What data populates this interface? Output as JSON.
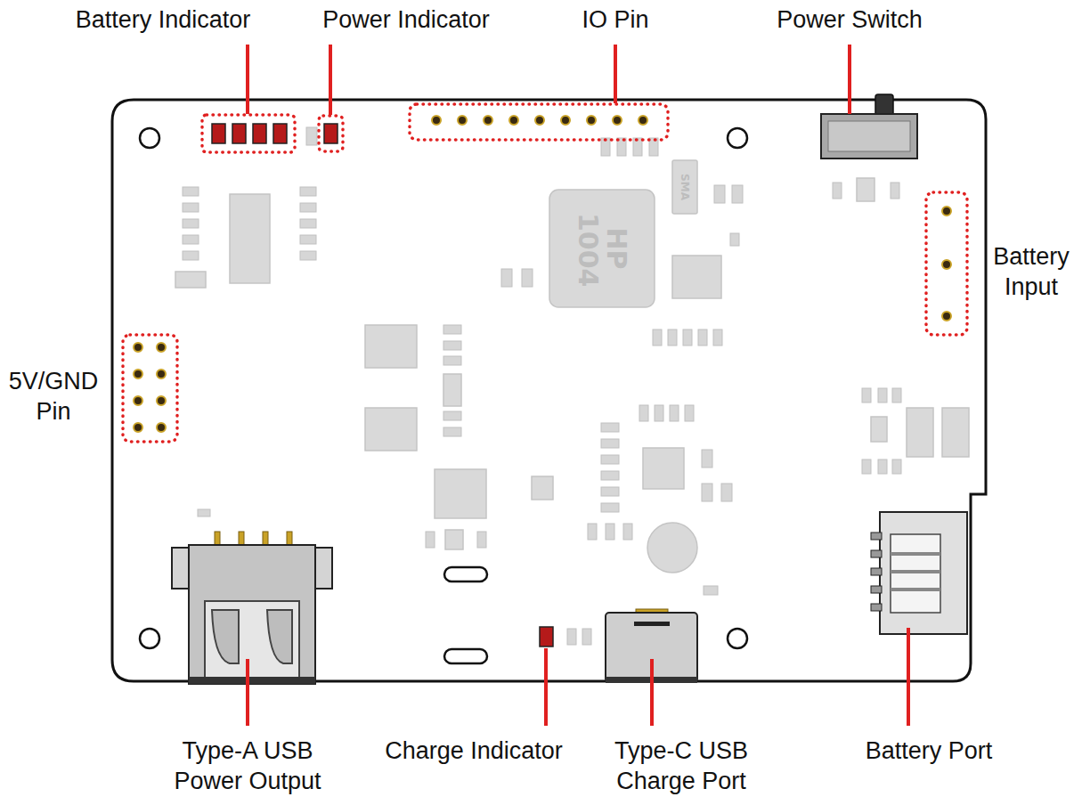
{
  "diagram": {
    "labels": [
      "Battery Indicator",
      "Power Indicator",
      "IO Pin",
      "Power Switch",
      "Battery Input",
      "5V/GND Pin",
      "Type-A USB Power Output",
      "Charge Indicator",
      "Type-C USB Charge Port",
      "Battery Port",
      "HP 1004",
      "SMA"
    ]
  }
}
